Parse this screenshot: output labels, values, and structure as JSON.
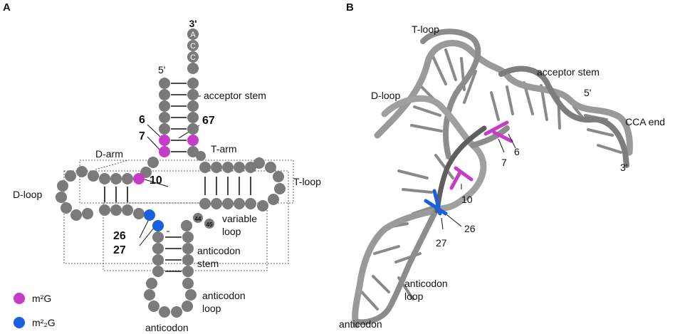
{
  "panels": {
    "a": {
      "letter": "A",
      "labels": {
        "three_prime": "3'",
        "five_prime": "5'",
        "acc_a": "A",
        "acc_c1": "C",
        "acc_c2": "C",
        "acceptor_stem": "acceptor stem",
        "d_arm": "D-arm",
        "t_arm": "T-arm",
        "d_loop": "D-loop",
        "t_loop": "T-loop",
        "variable": "variable",
        "loop": "loop",
        "anticodon": "anticodon",
        "stem": "stem",
        "anticodon_loop_1": "anticodon",
        "anticodon_loop_2": "loop",
        "anticodon_bottom": "anticodon",
        "n44": "44",
        "n45": "45"
      },
      "positions": {
        "p6": "6",
        "p7": "7",
        "p67": "67",
        "p10": "10",
        "p26": "26",
        "p27": "27"
      },
      "legend": {
        "m2g": "m²G",
        "m22g": "m²₂G"
      },
      "colors": {
        "base": "#7a7a7a",
        "m2g": "#c43cc8",
        "m22g": "#1a5fe0",
        "line": "#111111"
      }
    },
    "b": {
      "letter": "B",
      "labels": {
        "t_loop": "T-loop",
        "acceptor_stem": "acceptor stem",
        "d_loop": "D-loop",
        "five_prime": "5'",
        "cca_end": "CCA end",
        "three_prime": "3'",
        "anticodon_loop_1": "anticodon",
        "anticodon_loop_2": "loop",
        "anticodon": "anticodon"
      },
      "positions": {
        "p7": "7",
        "p6": "6",
        "p10": "10",
        "p26": "26",
        "p27": "27"
      },
      "colors": {
        "ribbon": "#9a9a9a",
        "ribbon_dark": "#5e5e5e",
        "m2g": "#c43cc8",
        "m22g": "#1a5fe0"
      }
    }
  }
}
